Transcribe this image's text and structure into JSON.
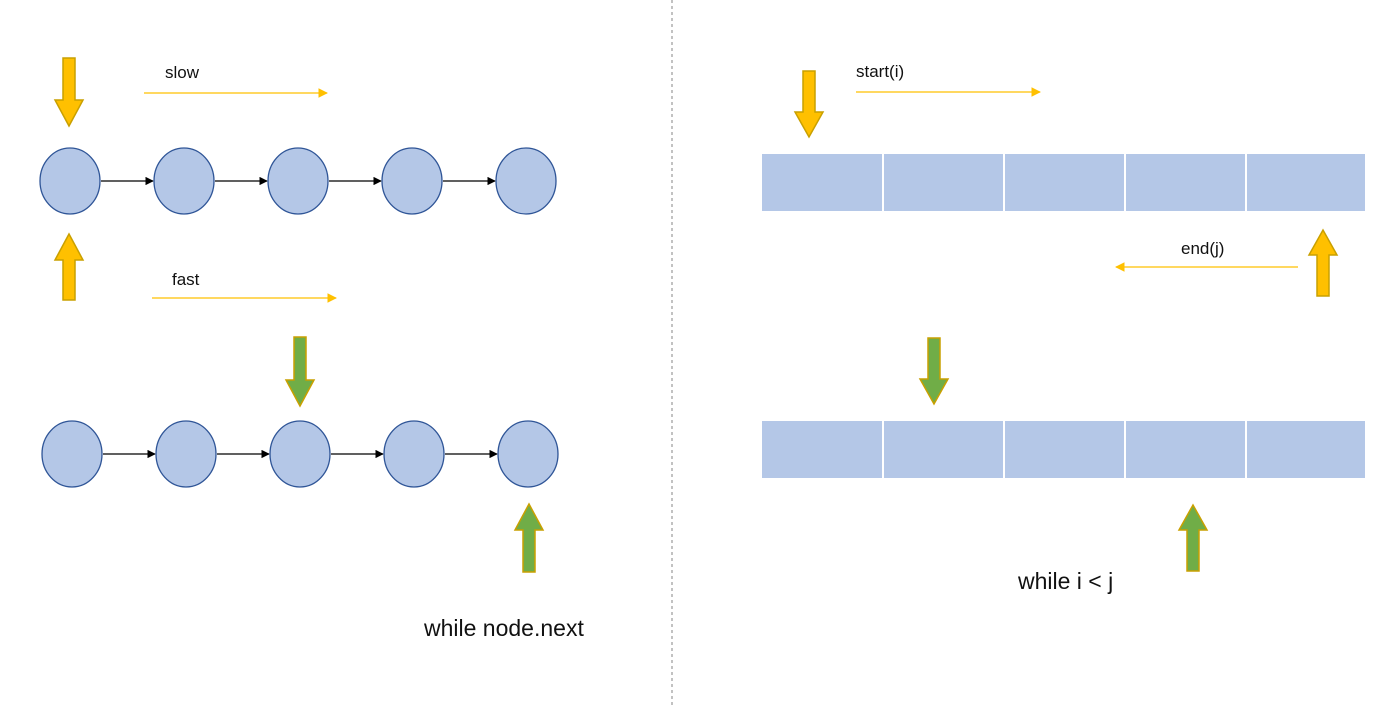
{
  "left_panel": {
    "slow_label": "slow",
    "fast_label": "fast",
    "condition": "while node.next",
    "list_node_count": 5
  },
  "right_panel": {
    "start_label": "start(i)",
    "end_label": "end(j)",
    "condition": "while i < j",
    "array_cell_count": 5
  },
  "colors": {
    "node_fill": "#b4c7e7",
    "node_stroke": "#2f5597",
    "yellow_arrow": "#ffc000",
    "yellow_arrow_stroke": "#c9a000",
    "green_arrow": "#70ad47",
    "green_arrow_stroke": "#c9a000",
    "array_fill": "#b4c7e7",
    "divider": "#999999"
  }
}
